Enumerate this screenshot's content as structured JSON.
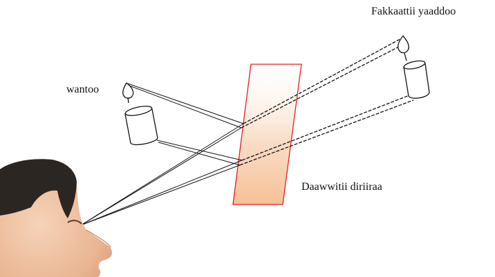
{
  "labels": {
    "image_candle": "Fakkaattii yaaddoo",
    "real_candle": "wantoo",
    "glass_plate": "Daawwitii diriiraa"
  },
  "colors": {
    "glass_border": "#e0201c",
    "glass_fill_top": "#ffffff",
    "glass_fill_bottom": "#f5b98a",
    "line": "#111111",
    "skin": "#f2c6a6",
    "hair": "#2a2520"
  }
}
